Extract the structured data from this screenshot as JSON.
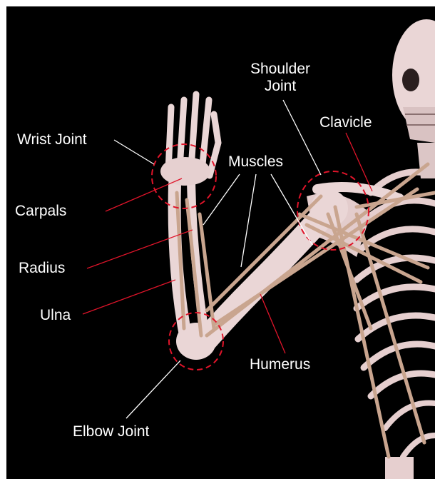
{
  "labels": {
    "wrist_joint": "Wrist Joint",
    "carpals": "Carpals",
    "radius": "Radius",
    "ulna": "Ulna",
    "elbow_joint": "Elbow Joint",
    "muscles": "Muscles",
    "humerus": "Humerus",
    "shoulder_joint_line1": "Shoulder",
    "shoulder_joint_line2": "Joint",
    "clavicle": "Clavicle"
  },
  "colors": {
    "background": "#000000",
    "label_text": "#ffffff",
    "joint_circle": "#e0142a",
    "leader_white": "#ffffff",
    "leader_red": "#e0142a",
    "bone": "#ead6d6",
    "muscle": "#c9a58f"
  }
}
